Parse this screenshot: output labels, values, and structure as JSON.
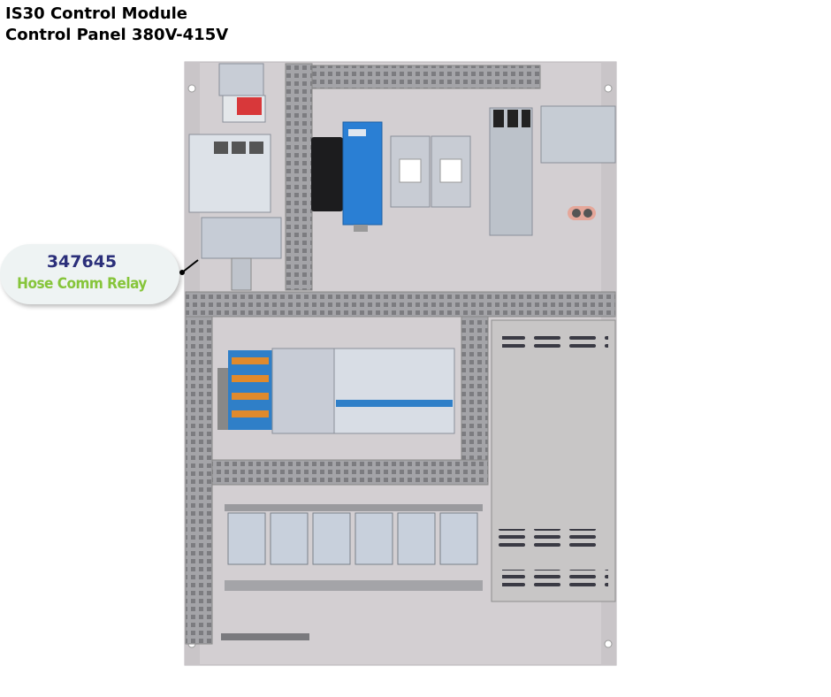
{
  "header": {
    "title": "IS30 Control Module",
    "subtitle": "Control Panel 380V-415V"
  },
  "callout": {
    "part_number": "347645",
    "label": "Hose Comm Relay",
    "part_number_color": "#2b2f7a",
    "label_color": "#86c53a"
  },
  "colors": {
    "backplate": "#d3cfd2",
    "duct": "#9c9ca0",
    "power_supply": "#2a7fd4",
    "terminal_blue": "#2f7fc8",
    "terminal_orange": "#e08a2c"
  },
  "icons": [
    "din-rail",
    "wire-duct",
    "relay",
    "contactor",
    "power-supply",
    "circuit-breaker",
    "fuse-holder",
    "terminal-block",
    "solid-state-relay",
    "ventilated-cover",
    "ground-bar"
  ]
}
